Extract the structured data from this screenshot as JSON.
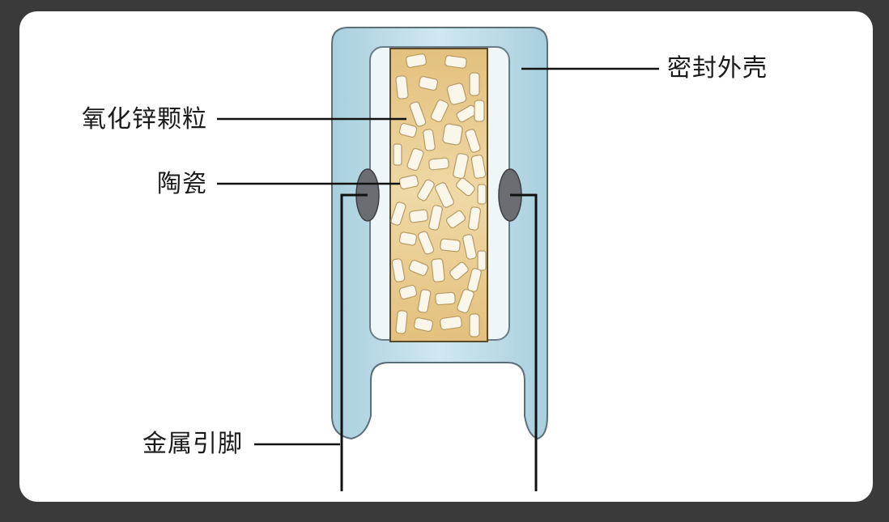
{
  "labels": {
    "housing": "密封外壳",
    "zno_particles": "氧化锌颗粒",
    "ceramic": "陶瓷",
    "leads": "金属引脚"
  },
  "colors": {
    "background": "#3a3a3a",
    "card": "#ffffff",
    "housing_fill": "#bcdce8",
    "housing_edge": "#5a6f7a",
    "ceramic_fill": "#e7c98c",
    "particle_fill": "#fbf6ea",
    "electrode": "#6a6e73",
    "wire": "#111111"
  },
  "icons": [
    "electrode-contact-icon"
  ]
}
